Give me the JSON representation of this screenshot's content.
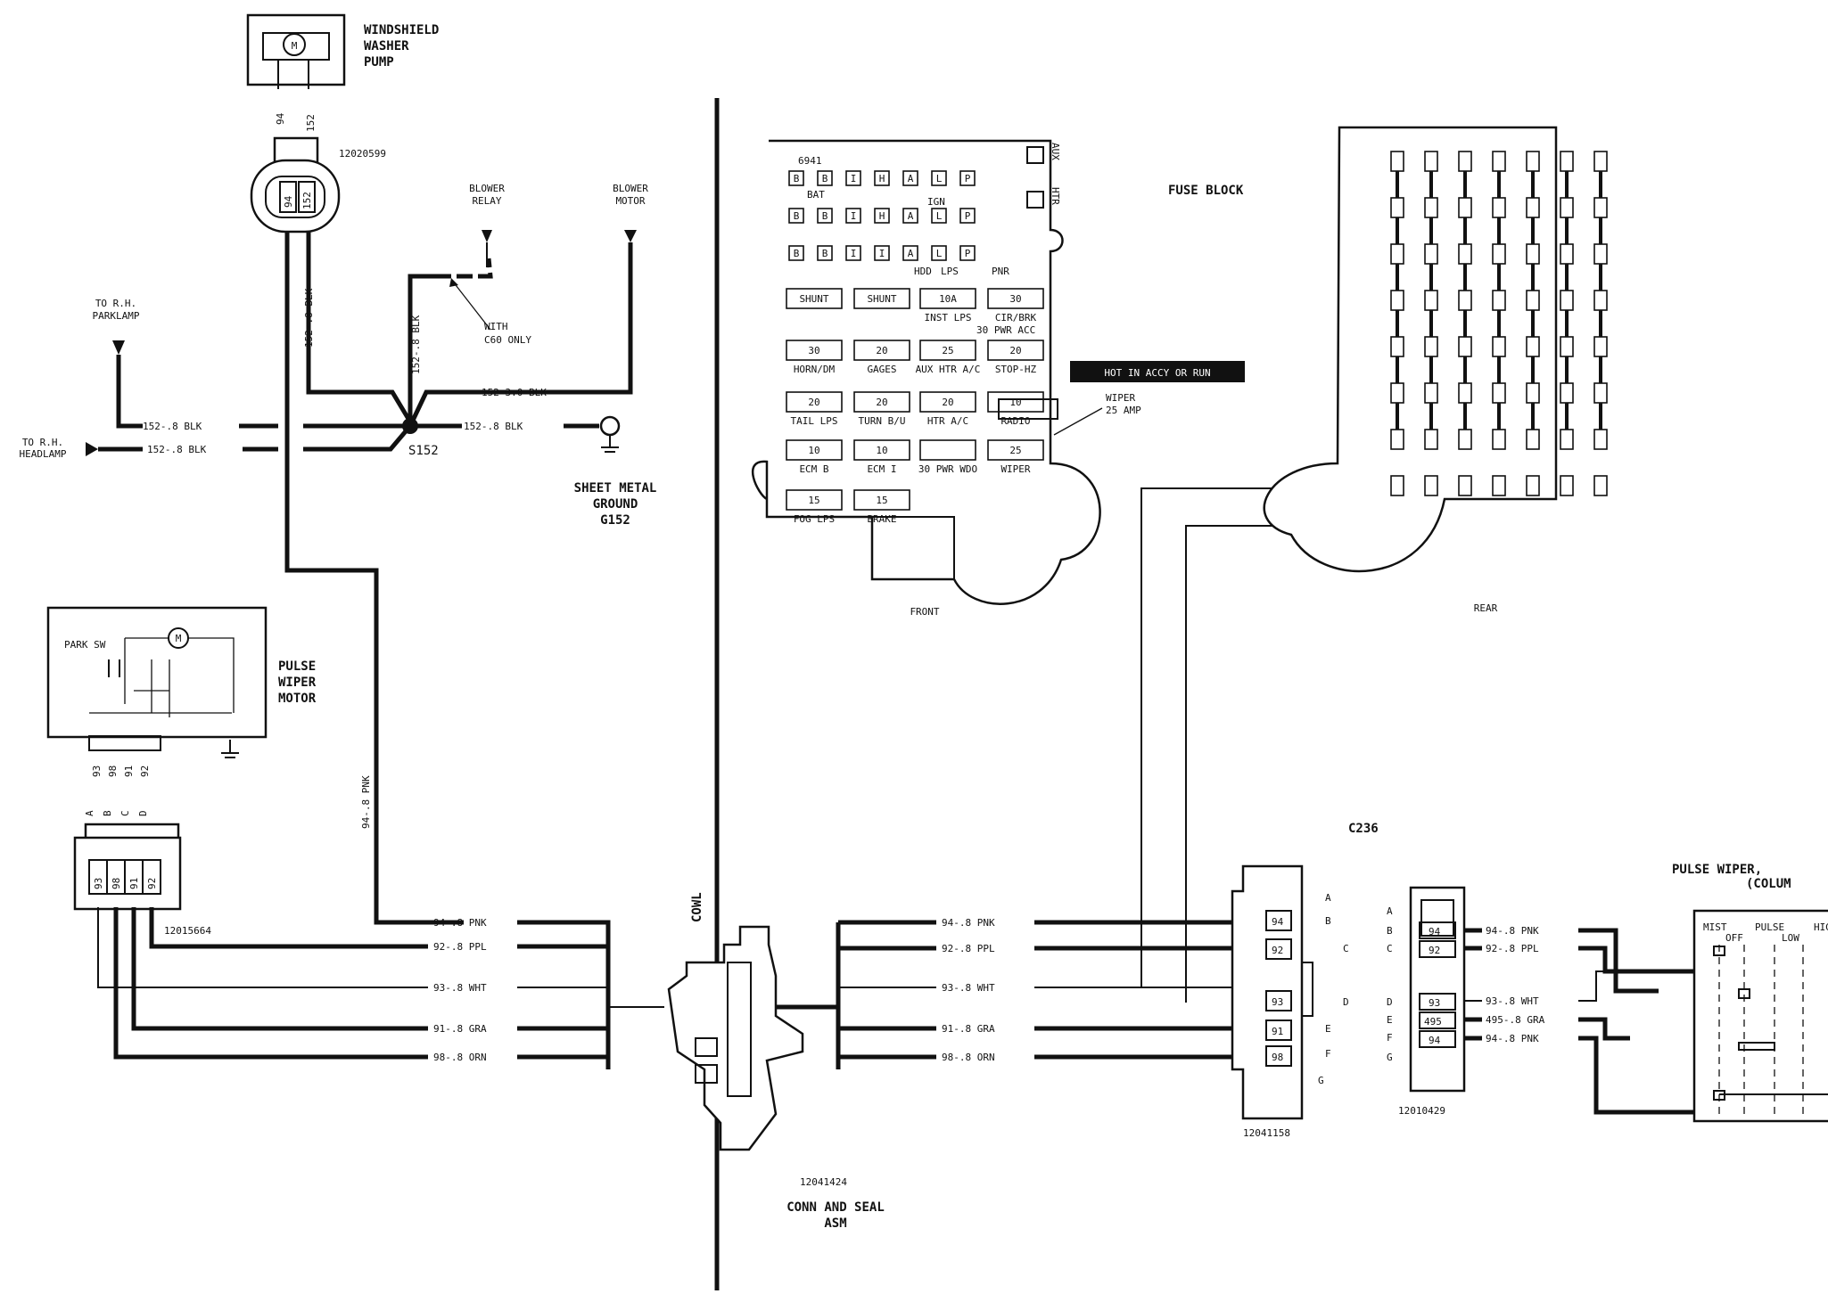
{
  "washer_pump": {
    "title_lines": [
      "WINDSHIELD",
      "WASHER",
      "PUMP"
    ],
    "motor_symbol": "M",
    "pins": [
      "94",
      "152"
    ],
    "connector_part": "12020599",
    "connector_cavities": [
      "94",
      "152"
    ]
  },
  "blower_relay": {
    "lines": [
      "BLOWER",
      "RELAY"
    ]
  },
  "blower_motor": {
    "lines": [
      "BLOWER",
      "MOTOR"
    ]
  },
  "with_c60": {
    "lines": [
      "WITH",
      "C60 ONLY"
    ]
  },
  "parklamp": {
    "lines": [
      "TO R.H.",
      "PARKLAMP"
    ]
  },
  "headlamp": {
    "lines": [
      "TO R.H.",
      "HEADLAMP"
    ]
  },
  "splice": {
    "name": "S152"
  },
  "ground": {
    "lines": [
      "SHEET METAL",
      "GROUND",
      "G152"
    ]
  },
  "wire_labels": {
    "w152_blk_vert": "152-.8 BLK",
    "w152_blk_mid": "152-.8 BLK",
    "w152_30_blk": "152-3.0 BLK",
    "w152_blk_park": "152-.8 BLK",
    "w152_blk_head": "152-.8 BLK",
    "w152_blk_gnd": "152-.8 BLK",
    "w94_pnk_vert": "94-.8 PNK"
  },
  "wiper_motor": {
    "title_lines": [
      "PULSE",
      "WIPER",
      "MOTOR"
    ],
    "park_sw": "PARK SW",
    "motor_symbol": "M",
    "pins": [
      "93",
      "98",
      "91",
      "92"
    ]
  },
  "motor_connector": {
    "letters": [
      "A",
      "B",
      "C",
      "D"
    ],
    "cavities": [
      "93",
      "98",
      "91",
      "92"
    ],
    "part": "12015664"
  },
  "harness_left": [
    "94-.8 PNK",
    "92-.8 PPL",
    "93-.8 WHT",
    "91-.8 GRA",
    "98-.8 ORN"
  ],
  "harness_right": [
    "94-.8 PNK",
    "92-.8 PPL",
    "93-.8 WHT",
    "91-.8 GRA",
    "98-.8 ORN"
  ],
  "cowl": {
    "label": "COWL"
  },
  "conn_seal": {
    "part": "12041424",
    "lines": [
      "CONN AND SEAL",
      "ASM"
    ]
  },
  "fuse_block": {
    "title": "FUSE BLOCK",
    "front_label": "FRONT",
    "rear_label": "REAR",
    "hot_label": "HOT IN ACCY OR RUN",
    "wiper_callout": [
      "WIPER",
      "25 AMP"
    ],
    "id": "6941",
    "side_labels": [
      "AUX",
      "HTR"
    ],
    "top_rows": [
      [
        "B",
        "B",
        "I",
        "H",
        "A",
        "L",
        "P"
      ],
      [
        "B",
        "B",
        "I",
        "H",
        "A",
        "L",
        "P"
      ],
      [
        "B",
        "B",
        "I",
        "I",
        "A",
        "L",
        "P"
      ]
    ],
    "row_annotations": [
      "BAT",
      "HDD",
      "IGN",
      "LPS",
      "PNR"
    ],
    "fuse_rows": [
      [
        {
          "value": "SHUNT",
          "label": ""
        },
        {
          "value": "SHUNT",
          "label": ""
        },
        {
          "value": "10A",
          "label": "INST LPS"
        },
        {
          "value": "30",
          "label": "CIR/BRK"
        }
      ],
      [
        {
          "value": "30",
          "label": "HORN/DM"
        },
        {
          "value": "20",
          "label": "GAGES"
        },
        {
          "value": "25",
          "label": "AUX HTR A/C"
        },
        {
          "value": "20",
          "label": "STOP-HZ"
        }
      ],
      [
        {
          "value": "20",
          "label": "TAIL LPS"
        },
        {
          "value": "20",
          "label": "TURN B/U"
        },
        {
          "value": "20",
          "label": "HTR A/C"
        },
        {
          "value": "10",
          "label": "RADIO"
        }
      ],
      [
        {
          "value": "10",
          "label": "ECM B"
        },
        {
          "value": "10",
          "label": "ECM I"
        },
        {
          "value": "",
          "label": "30 PWR WDO"
        },
        {
          "value": "25",
          "label": "WIPER"
        }
      ],
      [
        {
          "value": "15",
          "label": "FOG LPS"
        },
        {
          "value": "15",
          "label": "BRAKE"
        }
      ]
    ],
    "pwr_acc": "30 PWR ACC",
    "sub_values": [
      "10",
      "30",
      "20",
      "20",
      "20",
      "20",
      "20",
      "20",
      "10",
      "10",
      "10",
      "25",
      "15",
      "15"
    ]
  },
  "c236": {
    "title": "C236",
    "letters": [
      "A",
      "B",
      "C",
      "D",
      "E",
      "F",
      "G"
    ],
    "cavities": [
      "94",
      "92",
      "93",
      "91",
      "98"
    ],
    "part": "12041158"
  },
  "switch_connector": {
    "letters": [
      "A",
      "B",
      "C",
      "D",
      "E",
      "F",
      "G"
    ],
    "cavities": [
      "94",
      "92",
      "93",
      "495",
      "94"
    ],
    "part": "12010429",
    "wires": [
      "94-.8 PNK",
      "92-.8 PPL",
      "93-.8 WHT",
      "495-.8 GRA",
      "94-.8 PNK"
    ]
  },
  "pulse_switch": {
    "title_lines": [
      "PULSE WIPER,",
      "(COLUM"
    ],
    "positions": [
      "MIST",
      "OFF",
      "PULSE",
      "LOW",
      "HIG"
    ]
  }
}
